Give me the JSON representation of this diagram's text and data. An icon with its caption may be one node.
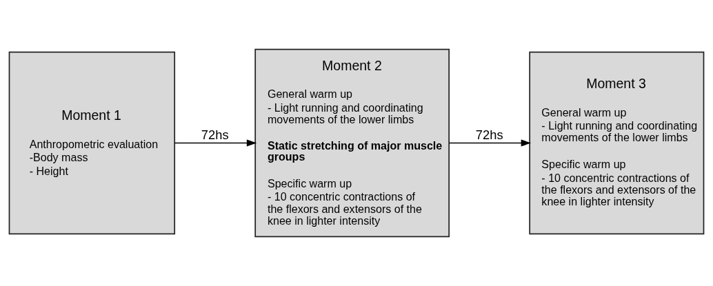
{
  "diagram": {
    "nodes": [
      {
        "text": [
          "Moment 1",
          "Anthropometric evaluation",
          "-Body mass",
          "- Height"
        ]
      },
      {
        "text": [
          "Moment 2",
          "General warm up",
          "- Light running and coordinating movements of the lower limbs",
          "Static stretching of major muscle groups",
          "Specific warm up",
          "- 10 concentric contractions of the flexors and extensors of the knee in lighter intensity"
        ]
      },
      {
        "text": [
          "Moment 3",
          "General warm up",
          "- Light running and coordinating movements of the lower limbs",
          "Specific warm up",
          "- 10 concentric contractions of the flexors and extensors of the knee in lighter intensity"
        ]
      }
    ],
    "edges": [
      {
        "from": 0,
        "to": 1,
        "arrow": "to",
        "label": "72hs"
      },
      {
        "from": 1,
        "to": 2,
        "arrow": "to",
        "label": "72hs"
      }
    ]
  }
}
